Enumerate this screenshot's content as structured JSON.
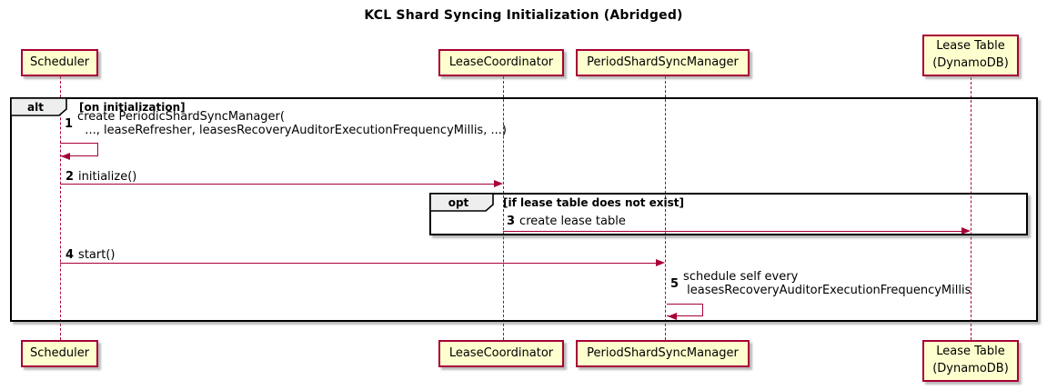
{
  "diagram": {
    "title": "KCL Shard Syncing Initialization (Abridged)",
    "participants": [
      {
        "name": "Scheduler"
      },
      {
        "name": "LeaseCoordinator"
      },
      {
        "name": "PeriodShardSyncManager"
      },
      {
        "name": "Lease Table\n(DynamoDB)"
      }
    ],
    "frames": {
      "alt": {
        "keyword": "alt",
        "condition": "[on initialization]"
      },
      "opt": {
        "keyword": "opt",
        "condition": "[if lease table does not exist]"
      }
    },
    "messages": [
      {
        "num": "1",
        "text": "create PeriodicShardSyncManager(\n  ..., leaseRefresher, leasesRecoveryAuditorExecutionFrequencyMillis, ...)"
      },
      {
        "num": "2",
        "text": "initialize()"
      },
      {
        "num": "3",
        "text": "create lease table"
      },
      {
        "num": "4",
        "text": "start()"
      },
      {
        "num": "5",
        "text": "schedule self every\n leasesRecoveryAuditorExecutionFrequencyMillis"
      }
    ],
    "colors": {
      "participant_fill": "#FEFECE",
      "participant_border": "#A80036",
      "arrow": "#A80036",
      "lifeline": "#A80036",
      "frame_border": "#000000",
      "frame_label_fill": "#EEEEEE",
      "text": "#000000",
      "bg": "#FFFFFF"
    }
  }
}
